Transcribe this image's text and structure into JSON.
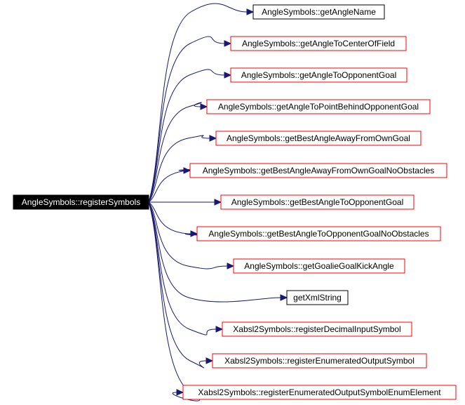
{
  "graph": {
    "source": {
      "label": "AngleSymbols::registerSymbols",
      "fill": "#000000",
      "text_color": "#ffffff"
    },
    "edge_color": "#191970",
    "targets": [
      {
        "label": "AngleSymbols::getAngleName",
        "border": "#000000"
      },
      {
        "label": "AngleSymbols::getAngleToCenterOfField",
        "border": "#ff0000"
      },
      {
        "label": "AngleSymbols::getAngleToOpponentGoal",
        "border": "#ff0000"
      },
      {
        "label": "AngleSymbols::getAngleToPointBehindOpponentGoal",
        "border": "#ff0000"
      },
      {
        "label": "AngleSymbols::getBestAngleAwayFromOwnGoal",
        "border": "#ff0000"
      },
      {
        "label": "AngleSymbols::getBestAngleAwayFromOwnGoalNoObstacles",
        "border": "#ff0000"
      },
      {
        "label": "AngleSymbols::getBestAngleToOpponentGoal",
        "border": "#ff0000"
      },
      {
        "label": "AngleSymbols::getBestAngleToOpponentGoalNoObstacles",
        "border": "#ff0000"
      },
      {
        "label": "AngleSymbols::getGoalieGoalKickAngle",
        "border": "#ff0000"
      },
      {
        "label": "getXmlString",
        "border": "#000000"
      },
      {
        "label": "Xabsl2Symbols::registerDecimalInputSymbol",
        "border": "#ff0000"
      },
      {
        "label": "Xabsl2Symbols::registerEnumeratedOutputSymbol",
        "border": "#ff0000"
      },
      {
        "label": "Xabsl2Symbols::registerEnumeratedOutputSymbolEnumElement",
        "border": "#ff0000"
      }
    ]
  }
}
